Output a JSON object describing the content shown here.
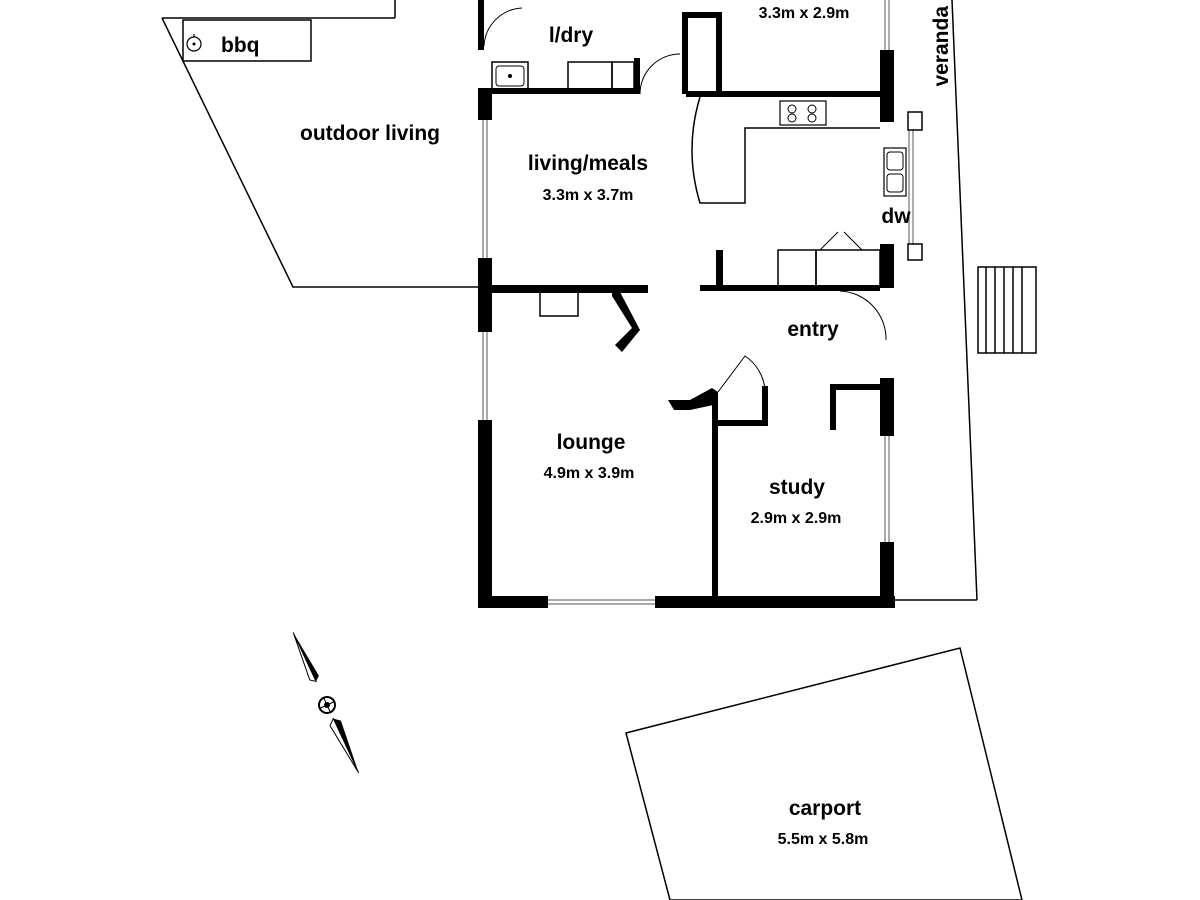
{
  "rooms": {
    "bedroom": {
      "dims": "3.3m x 2.9m"
    },
    "laundry": {
      "name": "l/dry"
    },
    "outdoor": {
      "name": "outdoor living"
    },
    "bbq": {
      "name": "bbq"
    },
    "veranda": {
      "name": "veranda"
    },
    "living": {
      "name": "living/meals",
      "dims": "3.3m x 3.7m"
    },
    "dishwasher": {
      "name": "dw"
    },
    "entry": {
      "name": "entry"
    },
    "lounge": {
      "name": "lounge",
      "dims": "4.9m x 3.9m"
    },
    "study": {
      "name": "study",
      "dims": "2.9m x 2.9m"
    },
    "carport": {
      "name": "carport",
      "dims": "5.5m x 5.8m"
    }
  },
  "icons": [
    "north-compass-icon",
    "sink-icon",
    "cooktop-icon",
    "double-sink-icon",
    "bbq-grill-icon",
    "stairs-icon"
  ],
  "colors": {
    "wall": "#000000",
    "background": "#ffffff"
  }
}
